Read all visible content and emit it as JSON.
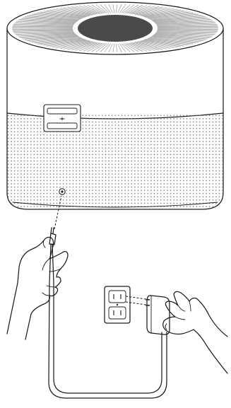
{
  "diagram": {
    "title": "",
    "steps": [
      {
        "step": "connect-power-cable-to-purifier-base"
      },
      {
        "step": "plug-adapter-into-wall-outlet"
      }
    ],
    "colors": {
      "line": "#1c1c1c",
      "top_dark": "#4a4a4a",
      "top_vent": "#9a9a9a",
      "body": "#ffffff",
      "grille_dots": "#707070"
    },
    "icons": [
      "air-purifier",
      "power-port",
      "hand-holding-plug",
      "power-cable",
      "wall-outlet",
      "power-adapter",
      "hand-plugging-adapter"
    ]
  }
}
